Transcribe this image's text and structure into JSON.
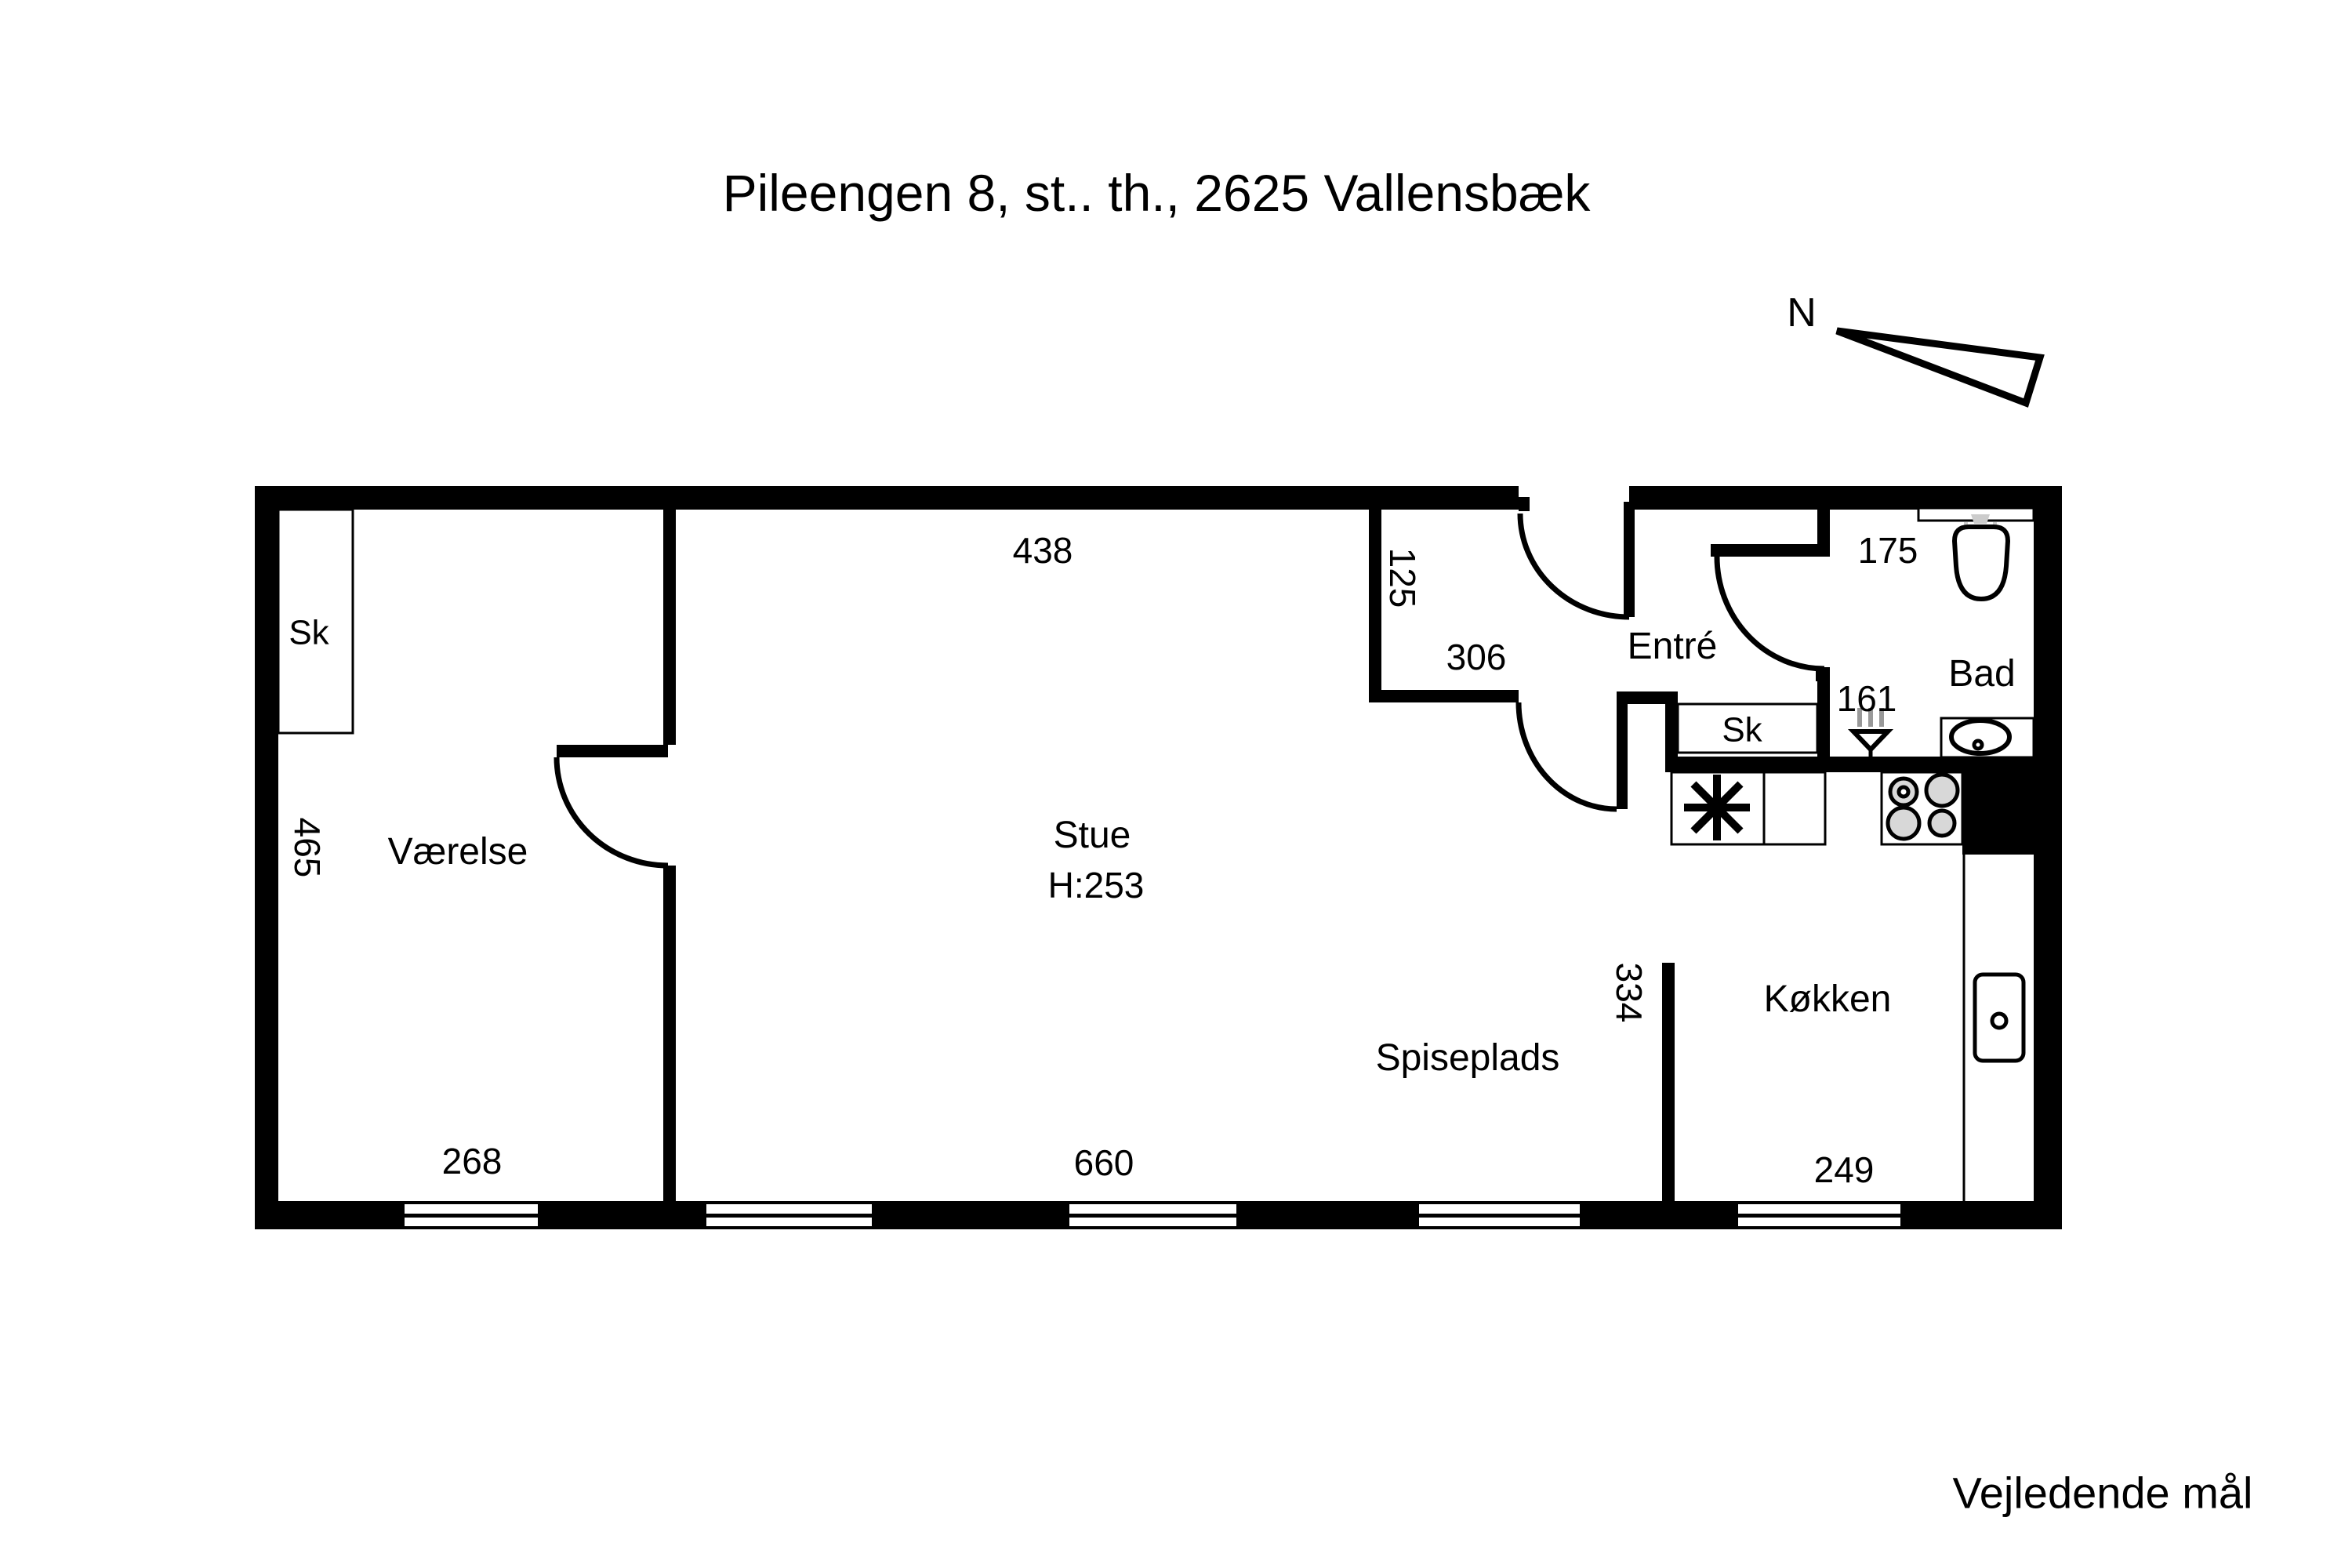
{
  "title": "Pileengen 8, st.. th., 2625 Vallensbæk",
  "note": "Vejledende mål",
  "compass": {
    "north_label": "N"
  },
  "colors": {
    "ink": "#000000",
    "paper": "#ffffff",
    "burner_gray": "#d8d8d8",
    "drain_gray": "#999999"
  },
  "rooms": {
    "vaerelse": {
      "label": "Værelse",
      "closet": "Sk"
    },
    "stue": {
      "label": "Stue",
      "ceiling_height": "H:253"
    },
    "spiseplads": {
      "label": "Spiseplads"
    },
    "koekken": {
      "label": "Køkken"
    },
    "entre": {
      "label": "Entré",
      "closet": "Sk"
    },
    "bad": {
      "label": "Bad"
    }
  },
  "dimensions_cm": {
    "stue_top_width": "438",
    "niche_depth": "125",
    "entre_width": "306",
    "bad_top_width": "175",
    "bad_width": "161",
    "vaerelse_depth": "465",
    "vaerelse_width": "268",
    "stue_bottom_width": "660",
    "spiseplads_wall": "334",
    "koekken_width": "249"
  }
}
